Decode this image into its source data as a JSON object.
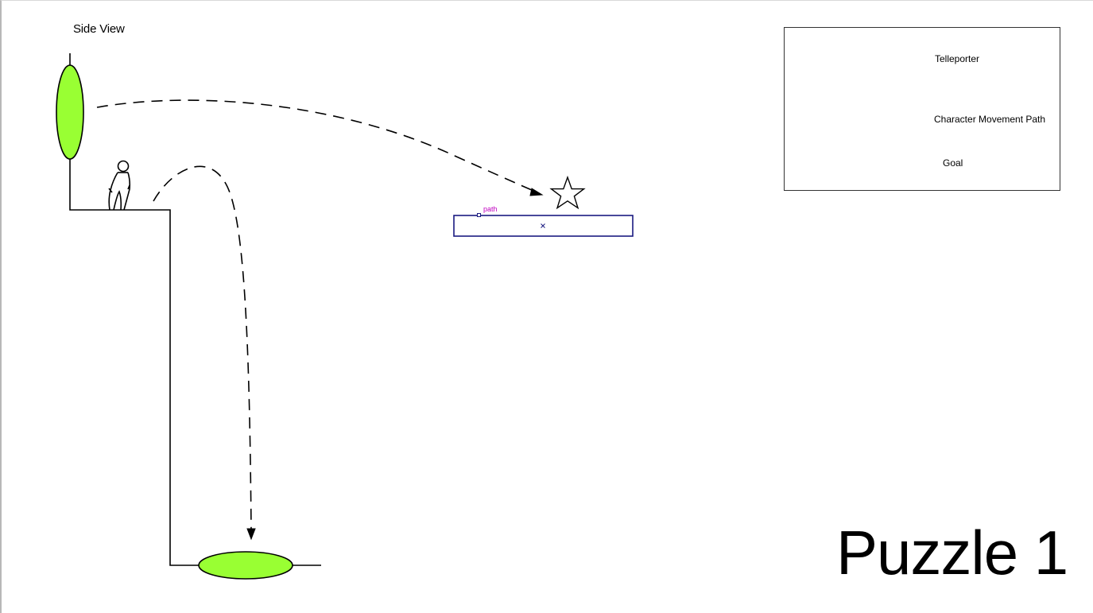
{
  "view_title": "Side View",
  "puzzle_title": "Puzzle 1",
  "legend": {
    "items": [
      {
        "label": "Telleporter",
        "icon": "teleporter-icon"
      },
      {
        "label": "Character Movement Path",
        "icon": "dashed-arrow-icon"
      },
      {
        "label": "Goal",
        "icon": "star-icon"
      }
    ]
  },
  "selection": {
    "tag": "path"
  },
  "colors": {
    "teleporter_fill": "#99ff33",
    "line": "#000000",
    "selection_outline": "#1a1a80",
    "selection_tag": "#c000c0"
  }
}
